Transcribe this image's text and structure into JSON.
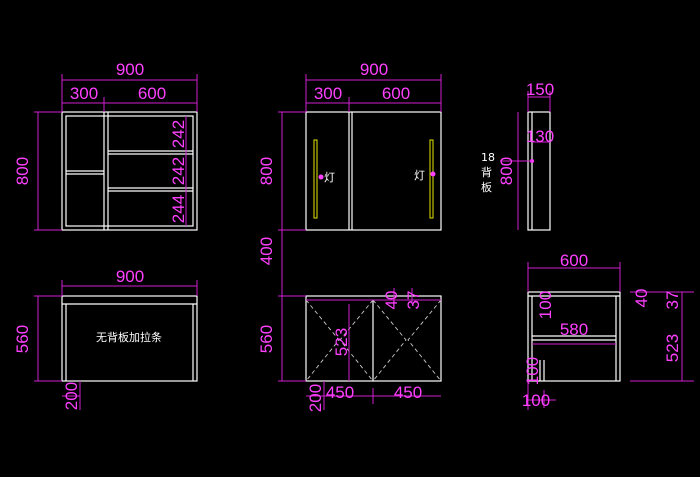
{
  "view1": {
    "width_total": "900",
    "w_left": "300",
    "w_right": "600",
    "height": "800",
    "shelf_a": "242",
    "shelf_b": "242",
    "shelf_c": "244"
  },
  "view2": {
    "width_total": "900",
    "w_left": "300",
    "w_right": "600",
    "height": "800",
    "lamp_left": "灯",
    "lamp_right": "灯"
  },
  "view3": {
    "width_top": "150",
    "inner": "130",
    "height": "800",
    "thickness": "18",
    "back_panel": "背\n板"
  },
  "view4": {
    "width": "900",
    "height": "560",
    "note": "无背板加拉条",
    "plinth": "200"
  },
  "view5": {
    "gap": "400",
    "height": "560",
    "top_a": "40",
    "top_b": "37",
    "door_h": "523",
    "plinth": "200",
    "door_left": "450",
    "door_right": "450"
  },
  "view6": {
    "width": "600",
    "inner": "580",
    "top_a": "40",
    "top_b": "37",
    "height": "523",
    "side_a": "100",
    "side_b": "100",
    "bottom": "100"
  },
  "colors": {
    "dimension": "#ff40ff",
    "outline": "#ffffff",
    "lamp": "#e6e600"
  }
}
